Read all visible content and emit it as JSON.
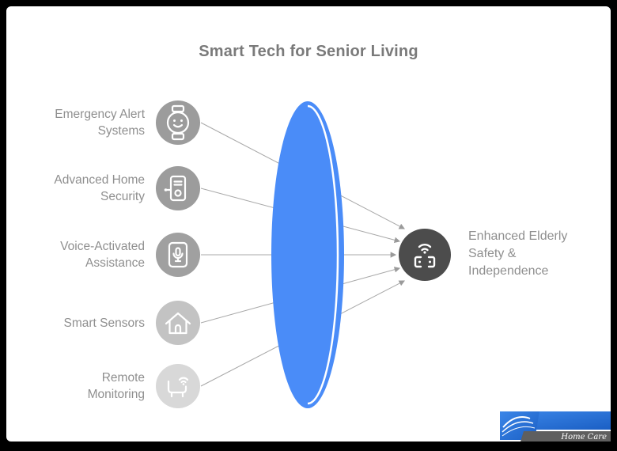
{
  "title": "Smart Tech for Senior Living",
  "items": [
    {
      "label": "Emergency Alert\nSystems",
      "icon": "smartwatch-icon",
      "circle_color": "#9c9c9c"
    },
    {
      "label": "Advanced Home\nSecurity",
      "icon": "security-panel-icon",
      "circle_color": "#9c9c9c"
    },
    {
      "label": "Voice-Activated\nAssistance",
      "icon": "voice-assistant-icon",
      "circle_color": "#a0a0a0"
    },
    {
      "label": "Smart Sensors",
      "icon": "smart-home-icon",
      "circle_color": "#c3c3c3"
    },
    {
      "label": "Remote\nMonitoring",
      "icon": "monitoring-recliner-icon",
      "circle_color": "#d8d8d8"
    }
  ],
  "outcome": {
    "label": "Enhanced Elderly\nSafety &\nIndependence",
    "icon": "smart-sensor-device-icon",
    "circle_color": "#4c4c4c"
  },
  "colors": {
    "lens_blue": "#4a8cf8",
    "connector_gray": "#a8a8a8"
  },
  "logo": {
    "tagline": "Home Care"
  }
}
